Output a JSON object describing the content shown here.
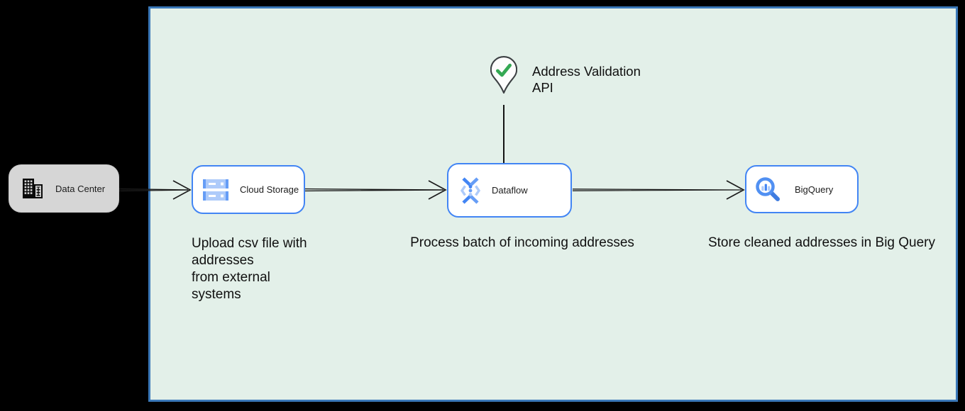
{
  "diagram": {
    "background_color": "#000000",
    "container": {
      "fill": "#e3f0e9",
      "border_color": "#3a78b8"
    },
    "nodes": [
      {
        "id": "data-center",
        "label": "Data Center",
        "icon": "building-icon",
        "fill": "#d6d6d6",
        "border": "#c9c9c9"
      },
      {
        "id": "cloud-storage",
        "label": "Cloud Storage",
        "icon": "cloud-storage-icon",
        "fill": "#ffffff",
        "border": "#4285f4"
      },
      {
        "id": "dataflow",
        "label": "Dataflow",
        "icon": "dataflow-icon",
        "fill": "#ffffff",
        "border": "#4285f4"
      },
      {
        "id": "bigquery",
        "label": "BigQuery",
        "icon": "bigquery-icon",
        "fill": "#ffffff",
        "border": "#4285f4"
      }
    ],
    "annotations": [
      {
        "id": "address-validation-label",
        "text": "Address Validation\nAPI",
        "icon": "map-pin-check-icon",
        "check_color": "#34a853"
      },
      {
        "id": "upload-note",
        "text": "Upload csv file with\naddresses\nfrom external\nsystems"
      },
      {
        "id": "process-note",
        "text": "Process batch of incoming addresses"
      },
      {
        "id": "store-note",
        "text": "Store cleaned addresses in Big Query"
      }
    ],
    "edges": [
      {
        "from": "data-center",
        "to": "cloud-storage",
        "style": "open-arrow"
      },
      {
        "from": "cloud-storage",
        "to": "dataflow",
        "style": "open-arrow"
      },
      {
        "from": "dataflow",
        "to": "bigquery",
        "style": "open-arrow"
      },
      {
        "from": "address-validation",
        "to": "dataflow",
        "style": "plain-line"
      }
    ],
    "icon_colors": {
      "google_blue": "#4285f4",
      "google_blue_medium": "#669df6",
      "google_blue_light": "#aecbfa",
      "check_green": "#34a853",
      "pin_outline": "#3c4043"
    }
  }
}
